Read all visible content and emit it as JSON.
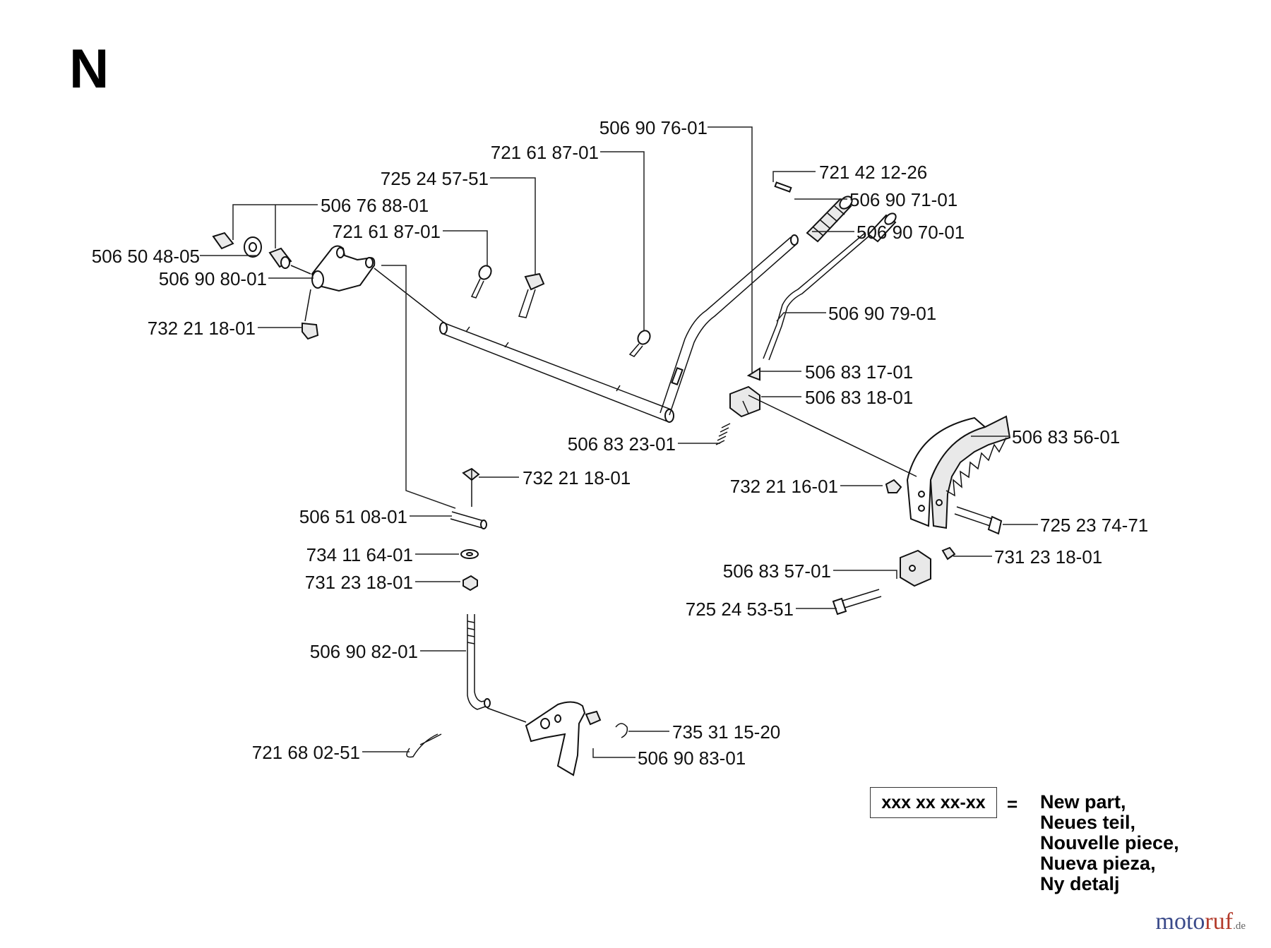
{
  "section_letter": "N",
  "parts": [
    {
      "id": "p1",
      "number": "506 90 76-01"
    },
    {
      "id": "p2",
      "number": "721 61 87-01"
    },
    {
      "id": "p3",
      "number": "725 24 57-51"
    },
    {
      "id": "p4",
      "number": "506 76 88-01"
    },
    {
      "id": "p5",
      "number": "721 61 87-01"
    },
    {
      "id": "p6",
      "number": "506 50 48-05"
    },
    {
      "id": "p7",
      "number": "506 90 80-01"
    },
    {
      "id": "p8",
      "number": "732 21 18-01"
    },
    {
      "id": "p9",
      "number": "721 42 12-26"
    },
    {
      "id": "p10",
      "number": "506 90 71-01"
    },
    {
      "id": "p11",
      "number": "506 90 70-01"
    },
    {
      "id": "p12",
      "number": "506 90 79-01"
    },
    {
      "id": "p13",
      "number": "506 83 17-01"
    },
    {
      "id": "p14",
      "number": "506 83 18-01"
    },
    {
      "id": "p15",
      "number": "506 83 56-01"
    },
    {
      "id": "p16",
      "number": "506 83 23-01"
    },
    {
      "id": "p17",
      "number": "732 21 18-01"
    },
    {
      "id": "p18",
      "number": "732 21 16-01"
    },
    {
      "id": "p19",
      "number": "506 51 08-01"
    },
    {
      "id": "p20",
      "number": "725 23 74-71"
    },
    {
      "id": "p21",
      "number": "734 11 64-01"
    },
    {
      "id": "p22",
      "number": "731 23 18-01"
    },
    {
      "id": "p23",
      "number": "506 83 57-01"
    },
    {
      "id": "p24",
      "number": "731 23 18-01"
    },
    {
      "id": "p25",
      "number": "725 24 53-51"
    },
    {
      "id": "p26",
      "number": "506 90 82-01"
    },
    {
      "id": "p27",
      "number": "735 31 15-20"
    },
    {
      "id": "p28",
      "number": "721 68 02-51"
    },
    {
      "id": "p29",
      "number": "506 90 83-01"
    }
  ],
  "legend": {
    "box_text": "xxx xx xx-xx",
    "equals": "=",
    "lines": [
      "New part,",
      "Neues teil,",
      "Nouvelle piece,",
      "Nueva pieza,",
      "Ny detalj"
    ]
  },
  "watermark": {
    "part1": "moto",
    "part2": "ruf",
    "suffix": ".de"
  }
}
